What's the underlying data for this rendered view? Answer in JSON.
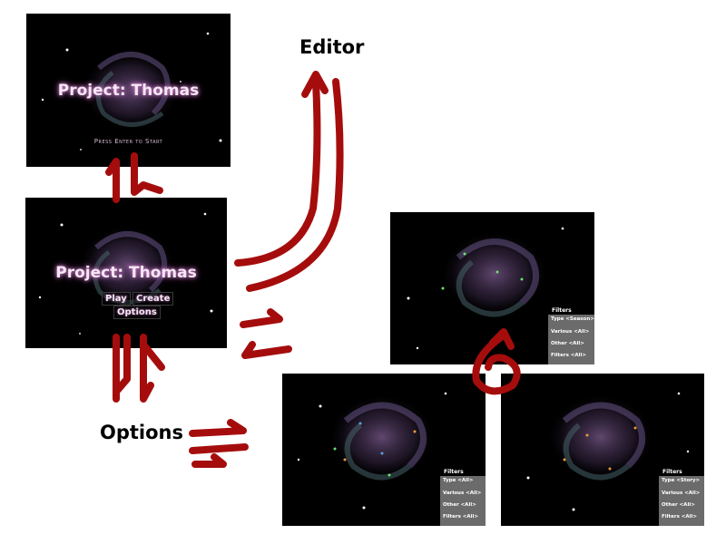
{
  "title_screen": {
    "title": "Project: Thomas",
    "prompt": "Press Enter to Start"
  },
  "main_menu": {
    "title": "Project: Thomas",
    "items": {
      "play": "Play",
      "create": "Create",
      "options": "Options"
    }
  },
  "labels": {
    "editor": "Editor",
    "options": "Options"
  },
  "filter_screens": [
    {
      "heading": "Filters",
      "rows": [
        "Type <Season>",
        "Various <All>",
        "Other <All>",
        "Filters <All>"
      ]
    },
    {
      "heading": "Filters",
      "rows": [
        "Type <All>",
        "Various <All>",
        "Other <All>",
        "Filters <All>"
      ]
    },
    {
      "heading": "Filters",
      "rows": [
        "Type <Story>",
        "Various <All>",
        "Other <All>",
        "Filters <All>"
      ]
    }
  ],
  "colors": {
    "arrow": "#a50d0d",
    "screen_bg": "#000000",
    "panel": "#6b6b6b",
    "title_glow": "#d38fd0"
  }
}
